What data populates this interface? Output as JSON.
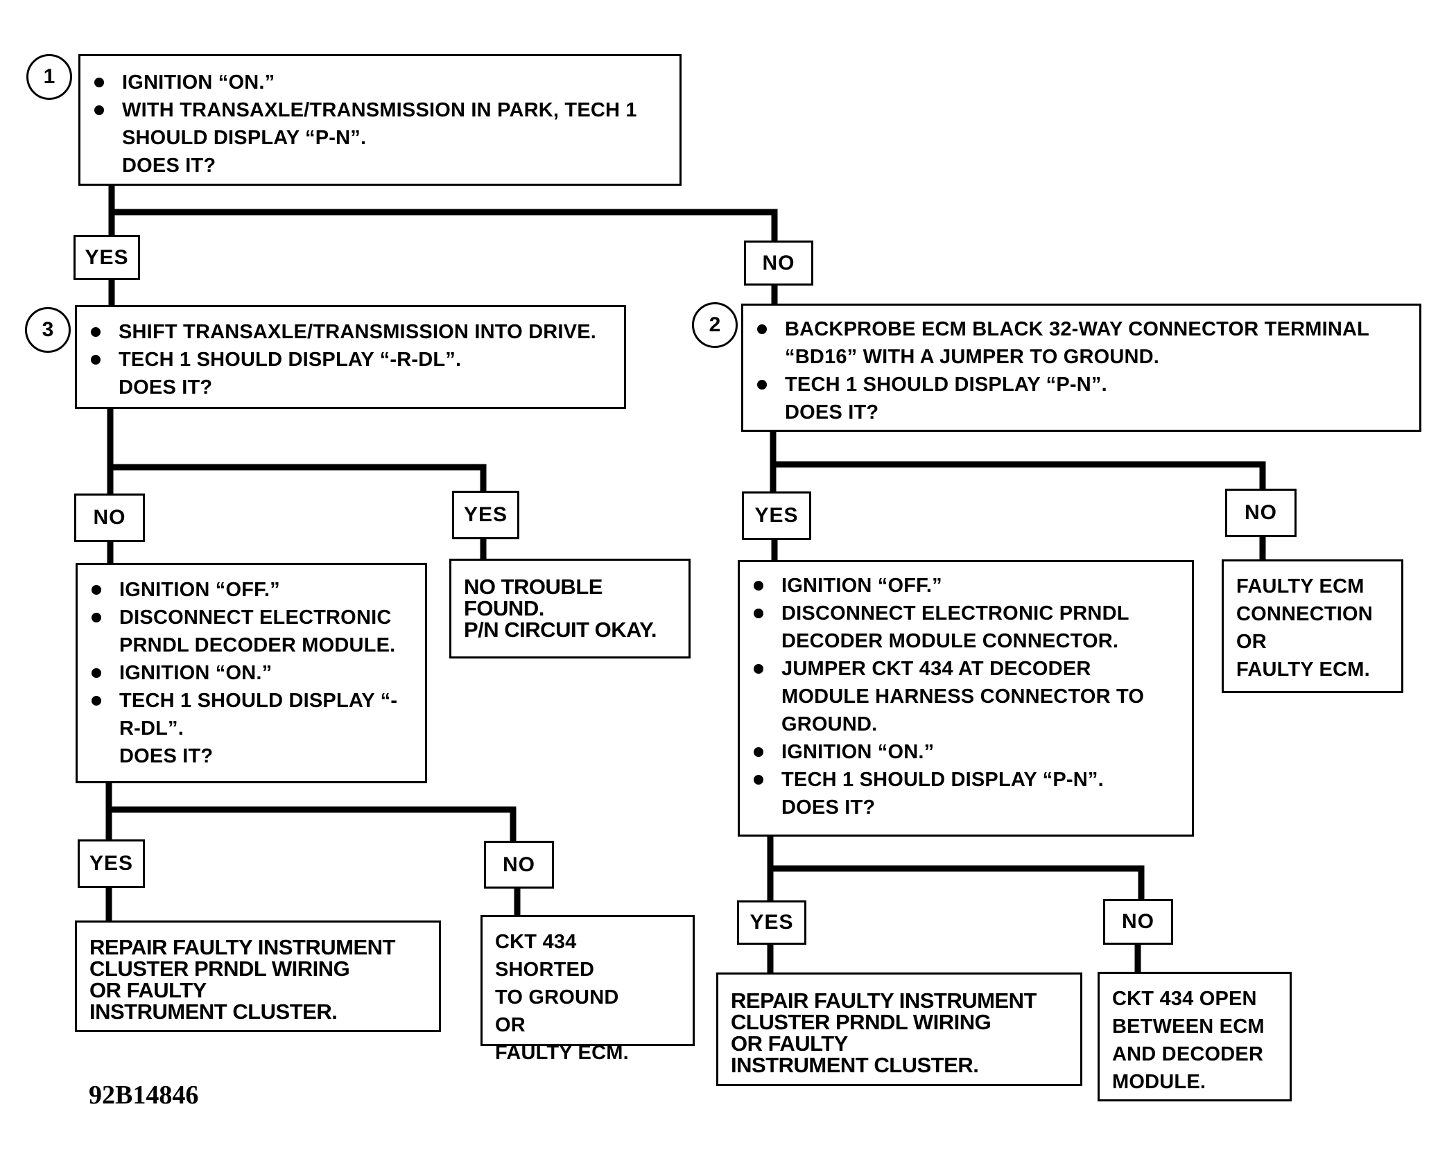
{
  "step1": {
    "number": "1",
    "items": [
      "IGNITION “ON.”",
      "WITH TRANSAXLE/TRANSMISSION IN PARK, TECH 1 SHOULD DISPLAY “P-N”."
    ],
    "question": "DOES IT?"
  },
  "step1_yes": "YES",
  "step1_no": "NO",
  "step3": {
    "number": "3",
    "items": [
      "SHIFT TRANSAXLE/TRANSMISSION INTO DRIVE.",
      "TECH 1 SHOULD DISPLAY “-R-DL”."
    ],
    "question": "DOES IT?"
  },
  "step2": {
    "number": "2",
    "items": [
      "BACKPROBE ECM BLACK 32-WAY CONNECTOR TERMINAL “BD16” WITH A JUMPER TO GROUND.",
      "TECH 1 SHOULD DISPLAY “P-N”."
    ],
    "question": "DOES IT?"
  },
  "step3_no": "NO",
  "step3_yes": "YES",
  "step2_yes": "YES",
  "step2_no": "NO",
  "step3_no_box": {
    "items": [
      "IGNITION “OFF.”",
      "DISCONNECT ELECTRONIC PRNDL DECODER MODULE.",
      "IGNITION “ON.”",
      "TECH 1 SHOULD DISPLAY “-R-DL”."
    ],
    "question": "DOES IT?"
  },
  "step3_yes_result": [
    "NO TROUBLE",
    "FOUND.",
    "P/N CIRCUIT OKAY."
  ],
  "step2_yes_box": {
    "items": [
      "IGNITION “OFF.”",
      "DISCONNECT ELECTRONIC PRNDL DECODER MODULE CONNECTOR.",
      "JUMPER CKT 434 AT DECODER MODULE HARNESS CONNECTOR TO GROUND.",
      "IGNITION “ON.”",
      "TECH 1 SHOULD DISPLAY “P-N”."
    ],
    "question": "DOES IT?"
  },
  "step2_no_result": [
    "FAULTY ECM",
    "CONNECTION",
    "OR",
    "FAULTY ECM."
  ],
  "left_yes": "YES",
  "left_no": "NO",
  "right_yes": "YES",
  "right_no": "NO",
  "left_yes_result": [
    "REPAIR FAULTY INSTRUMENT",
    "CLUSTER PRNDL WIRING",
    "OR FAULTY",
    "INSTRUMENT CLUSTER."
  ],
  "left_no_result": [
    "CKT 434 SHORTED",
    "TO GROUND",
    "OR",
    "FAULTY ECM."
  ],
  "right_yes_result": [
    "REPAIR FAULTY INSTRUMENT",
    "CLUSTER PRNDL WIRING",
    "OR FAULTY",
    "INSTRUMENT CLUSTER."
  ],
  "right_no_result": [
    "CKT 434 OPEN",
    "BETWEEN ECM",
    "AND DECODER",
    "MODULE."
  ],
  "figure_code": "92B14846"
}
